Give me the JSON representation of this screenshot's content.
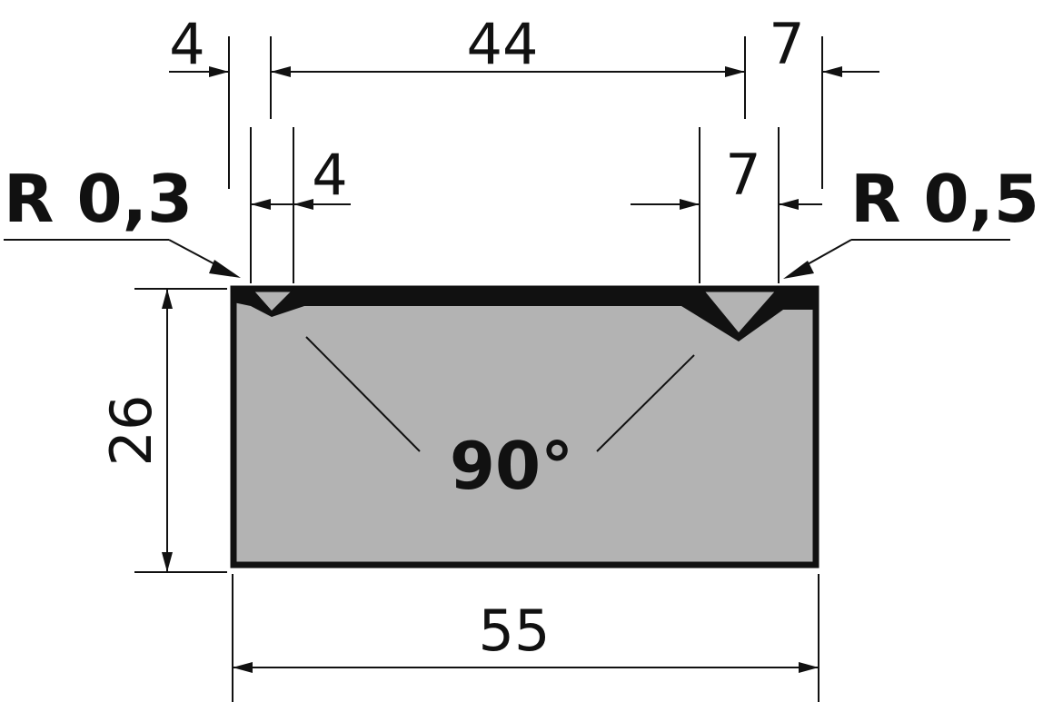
{
  "colors": {
    "die_fill": "#b3b3b3",
    "outline": "#111111",
    "background": "#ffffff"
  },
  "dimensions": {
    "top_left_offset": "4",
    "v_spacing": "44",
    "top_right_offset": "7",
    "left_v_width": "4",
    "right_v_width": "7",
    "height": "26",
    "total_width": "55"
  },
  "callouts": {
    "left_radius": "R 0,3",
    "right_radius": "R 0,5",
    "angle": "90°"
  }
}
